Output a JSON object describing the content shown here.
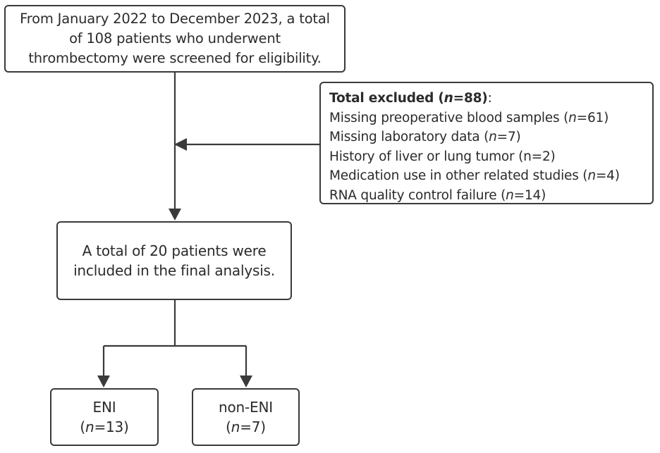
{
  "flowchart": {
    "screening": {
      "line1": "From January 2022 to December 2023, a total",
      "line2": "of 108 patients who underwent",
      "line3": "thrombectomy were screened for eligibility."
    },
    "excluded": {
      "title_prefix": "Total excluded (",
      "n_label": "n",
      "title_count": "=88)",
      "title_suffix": ":",
      "items": [
        {
          "text": "Missing preoperative blood samples (",
          "n": "n",
          "count": "=61)"
        },
        {
          "text": "Missing laboratory data (",
          "n": "n",
          "count": "=7)"
        },
        {
          "text": "History of liver or lung tumor (n=2)",
          "n": "",
          "count": ""
        },
        {
          "text": "Medication use in other related studies (",
          "n": "n",
          "count": "=4)"
        },
        {
          "text": "RNA quality control failure (",
          "n": "n",
          "count": "=14)"
        }
      ]
    },
    "included": {
      "line1": "A total of 20 patients were",
      "line2": "included in the final analysis."
    },
    "groups": [
      {
        "label": "ENI",
        "n_open": "(",
        "n": "n",
        "count": "=13)"
      },
      {
        "label": "non-ENI",
        "n_open": "(",
        "n": "n",
        "count": "=7)"
      }
    ]
  }
}
